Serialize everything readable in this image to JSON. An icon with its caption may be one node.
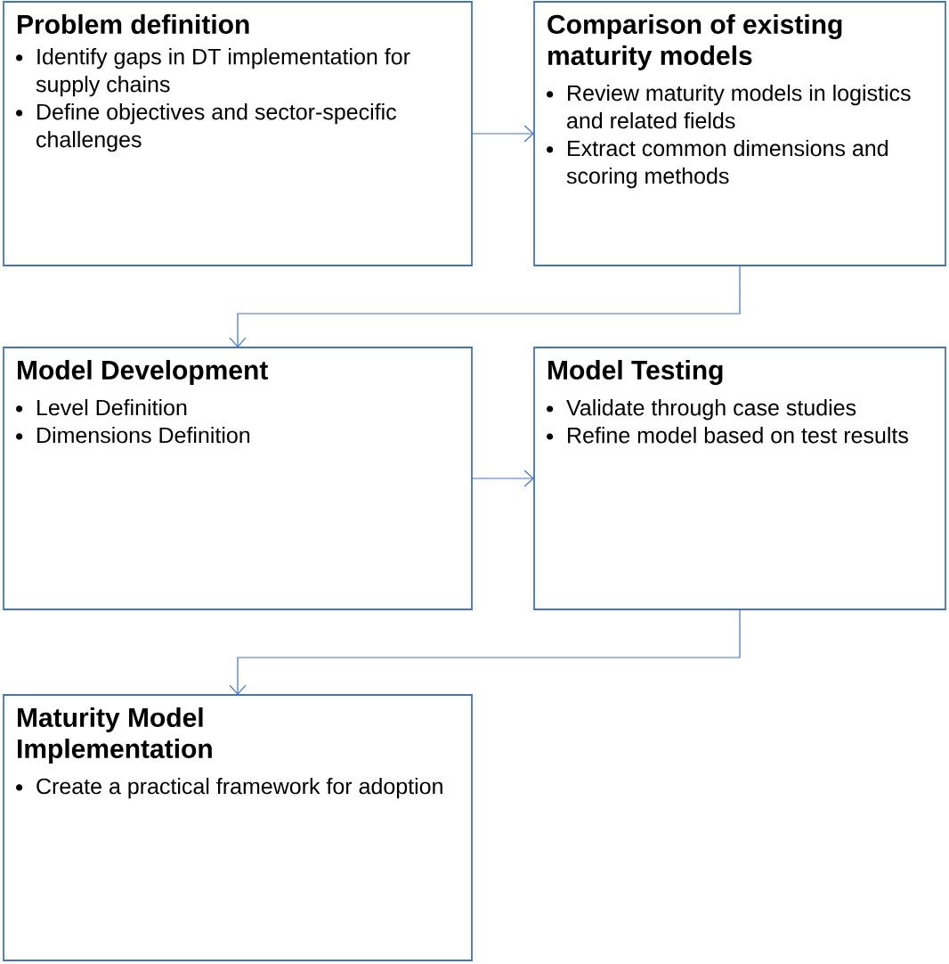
{
  "diagram": {
    "nodes": [
      {
        "text": [
          "Problem definition",
          "Identify gaps in DT implementation for supply chains",
          "Define objectives and sector-specific challenges"
        ]
      },
      {
        "text": [
          "Comparison of existing maturity models",
          "Review maturity models in logistics and related fields",
          "Extract common dimensions and scoring methods"
        ]
      },
      {
        "text": [
          "Model Development",
          "Level Definition",
          "Dimensions Definition"
        ]
      },
      {
        "text": [
          "Model Testing",
          "Validate through case studies",
          "Refine model based on test results"
        ]
      },
      {
        "text": [
          "Maturity Model Implementation",
          "Create a practical framework for adoption"
        ]
      }
    ],
    "edges": [
      {
        "from": 0,
        "to": 1,
        "arrow": "to"
      },
      {
        "from": 1,
        "to": 2,
        "arrow": "to"
      },
      {
        "from": 2,
        "to": 3,
        "arrow": "to"
      },
      {
        "from": 3,
        "to": 4,
        "arrow": "to"
      }
    ]
  }
}
